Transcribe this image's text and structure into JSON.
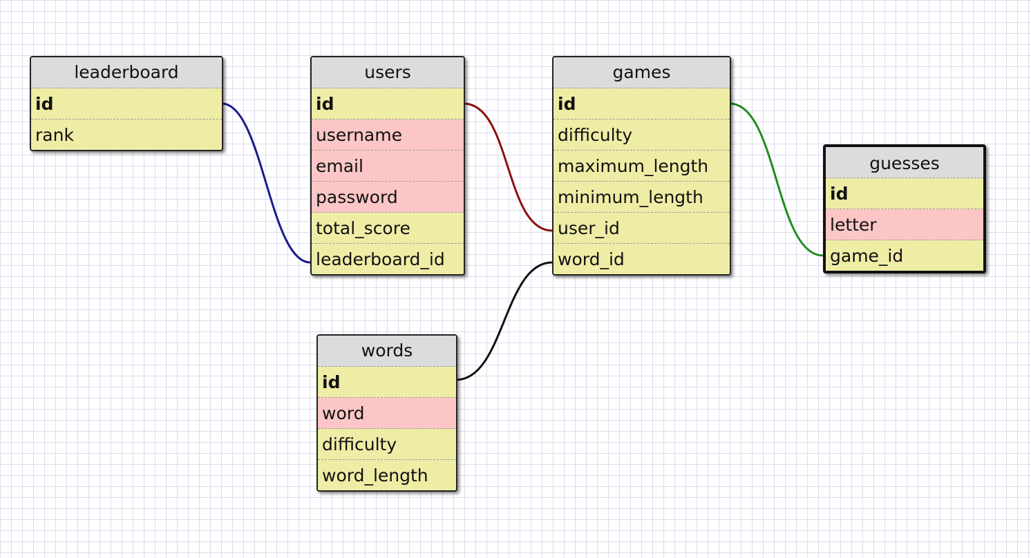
{
  "tables": {
    "leaderboard": {
      "title": "leaderboard",
      "fields": [
        "id",
        "rank"
      ]
    },
    "users": {
      "title": "users",
      "fields": [
        "id",
        "username",
        "email",
        "password",
        "total_score",
        "leaderboard_id"
      ]
    },
    "games": {
      "title": "games",
      "fields": [
        "id",
        "difficulty",
        "maximum_length",
        "minimum_length",
        "user_id",
        "word_id"
      ]
    },
    "guesses": {
      "title": "guesses",
      "fields": [
        "id",
        "letter",
        "game_id"
      ]
    },
    "words": {
      "title": "words",
      "fields": [
        "id",
        "word",
        "difficulty",
        "word_length"
      ]
    }
  },
  "relationships": [
    {
      "from": "leaderboard.id",
      "to": "users.leaderboard_id",
      "color": "#1a1a8c"
    },
    {
      "from": "users.id",
      "to": "games.user_id",
      "color": "#8b1010"
    },
    {
      "from": "games.id",
      "to": "guesses.game_id",
      "color": "#1e8c1e"
    },
    {
      "from": "words.id",
      "to": "games.word_id",
      "color": "#111111"
    }
  ],
  "colors": {
    "field_background": "#efeca6",
    "required_field_background": "#fcc6c6",
    "header_background": "#dcdcdc",
    "grid_line": "#dcdcf0"
  }
}
